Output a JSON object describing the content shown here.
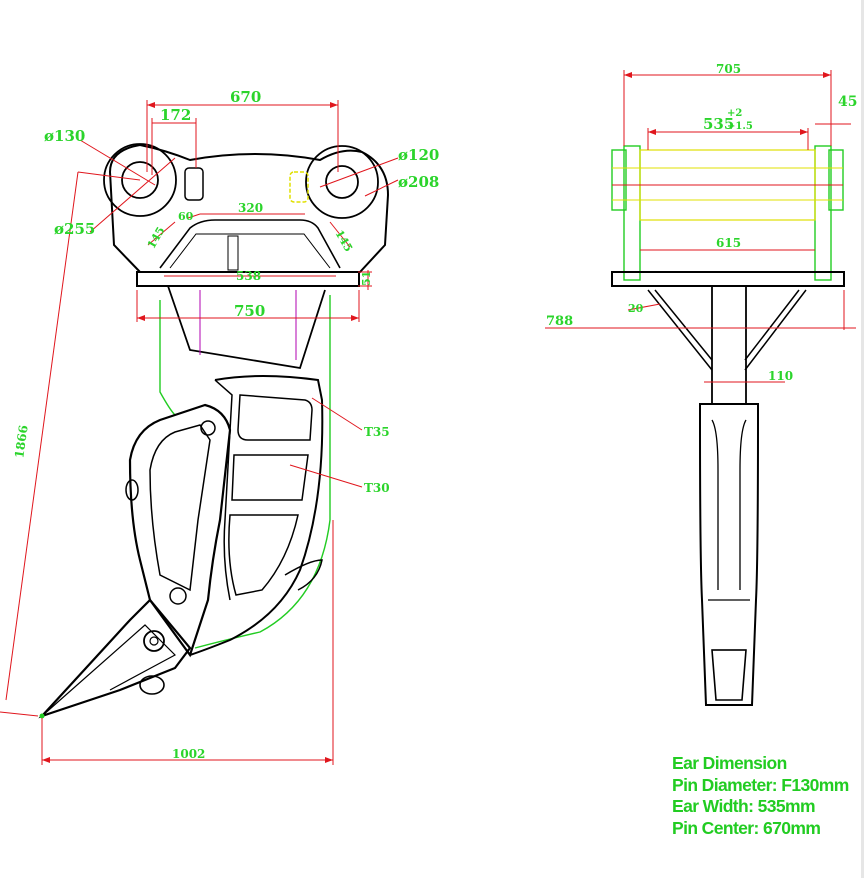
{
  "side_view": {
    "dim_670": "670",
    "dim_172": "172",
    "dim_d130": "ø130",
    "dim_d255": "ø255",
    "dim_d120": "ø120",
    "dim_d208": "ø208",
    "dim_60": "60",
    "dim_320": "320",
    "dim_145_left": "145",
    "dim_145_right": "145",
    "dim_538": "538",
    "dim_51": "51",
    "dim_750": "750",
    "dim_t35": "T35",
    "dim_t30": "T30",
    "dim_1866": "1866",
    "dim_1002": "1002"
  },
  "front_view": {
    "dim_705": "705",
    "dim_45": "45",
    "dim_535": "535",
    "dim_535_tol_upper": "+2",
    "dim_535_tol_lower": "+1.5",
    "dim_615": "615",
    "dim_788": "788",
    "dim_20": "20",
    "dim_110": "110"
  },
  "ear_note": {
    "title": "Ear Dimension",
    "pin_diameter": "Pin Diameter: F130mm",
    "ear_width": "Ear Width: 535mm",
    "pin_center": "Pin Center: 670mm"
  },
  "colors": {
    "outline": "#000000",
    "dimension_line": "#e0161d",
    "dimension_text": "#2bd42b",
    "hidden_line": "#e0e000",
    "weld_line": "#22cc22"
  }
}
